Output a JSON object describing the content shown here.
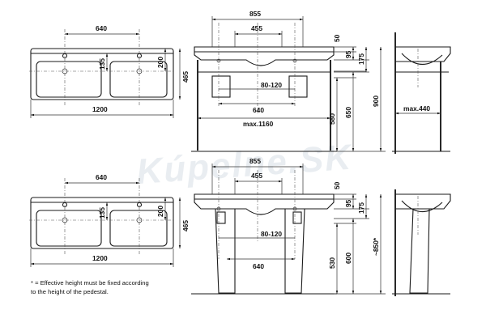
{
  "watermark": "Kúpelne.SK",
  "top_row": {
    "plan": {
      "tap_spacing": "640",
      "depth_top": "135",
      "depth_mid": "200",
      "depth_total": "465",
      "total_width": "1200"
    },
    "front": {
      "width_outer": "855",
      "width_inner": "455",
      "rim": "50",
      "d95": "95",
      "d175": "175",
      "range": "80-120",
      "leg_spacing": "640",
      "max_width": "max.1160",
      "h580": "580",
      "h650": "650",
      "h900": "900"
    },
    "side": {
      "max_depth": "max.440"
    }
  },
  "bottom_row": {
    "plan": {
      "tap_spacing": "640",
      "depth_top": "135",
      "depth_mid": "200",
      "depth_total": "465",
      "total_width": "1200"
    },
    "front": {
      "width_outer": "855",
      "width_inner": "455",
      "rim": "50",
      "d95": "95",
      "d175": "175",
      "range": "80-120",
      "leg_spacing": "640",
      "h530": "530",
      "h600": "600"
    },
    "side": {
      "height_approx": "~850*"
    }
  },
  "footnote": {
    "line1": "* = Effective height must be fixed according",
    "line2": "to the height of the pedestal."
  }
}
